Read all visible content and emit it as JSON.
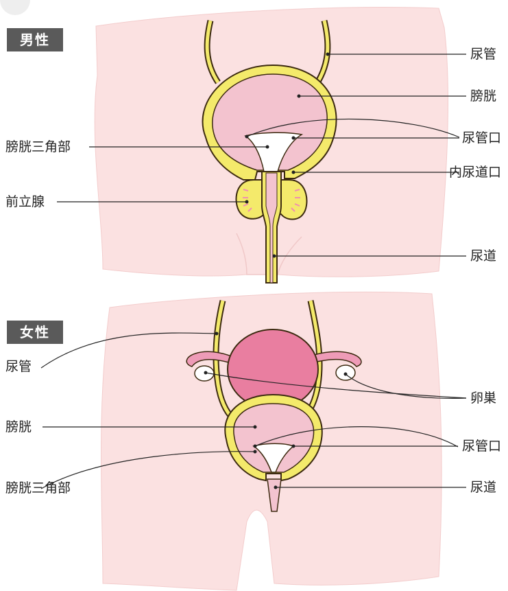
{
  "male_section": {
    "tag": "男性",
    "labels": {
      "ureter": "尿管",
      "bladder": "膀胱",
      "ureteral_orifice": "尿管口",
      "trigone": "膀胱三角部",
      "internal_urethral_orifice": "内尿道口",
      "prostate": "前立腺",
      "urethra": "尿道"
    }
  },
  "female_section": {
    "tag": "女性",
    "labels": {
      "ureter": "尿管",
      "ovary": "卵巣",
      "bladder": "膀胱",
      "ureteral_orifice": "尿管口",
      "trigone": "膀胱三角部",
      "urethra": "尿道"
    }
  },
  "colors": {
    "skin": "#fbe1e1",
    "bladder": "#f3c3cf",
    "uterus": "#e97ea0",
    "wall": "#f4ea6b",
    "outline": "#3c2a10"
  }
}
